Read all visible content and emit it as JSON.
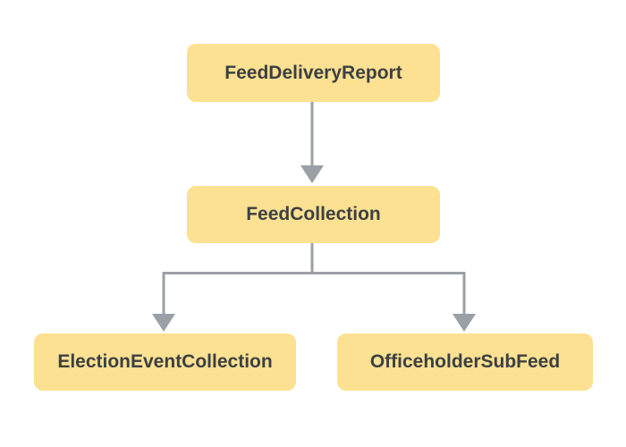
{
  "diagram": {
    "background_color": "#ffffff",
    "node_fill_color": "#fce192",
    "node_text_color": "#3c4043",
    "connector_color": "#9aa0a6",
    "nodes": {
      "feed_delivery_report": {
        "label": "FeedDeliveryReport"
      },
      "feed_collection": {
        "label": "FeedCollection"
      },
      "election_event_collection": {
        "label": "ElectionEventCollection"
      },
      "officeholder_sub_feed": {
        "label": "OfficeholderSubFeed"
      }
    },
    "edges": [
      {
        "from": "FeedDeliveryReport",
        "to": "FeedCollection"
      },
      {
        "from": "FeedCollection",
        "to": "ElectionEventCollection"
      },
      {
        "from": "FeedCollection",
        "to": "OfficeholderSubFeed"
      }
    ]
  }
}
